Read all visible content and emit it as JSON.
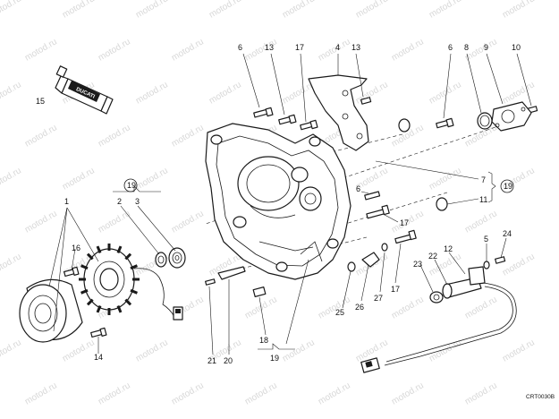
{
  "diagram": {
    "drawing_code": "CRT0030B",
    "watermark": "motod.ru",
    "tube_label": "DUCATI",
    "labels": {
      "n15": "15",
      "n1": "1",
      "n2": "2",
      "n3": "3",
      "n4": "4",
      "n5": "5",
      "n6a": "6",
      "n6b": "6",
      "n6c": "6",
      "n7": "7",
      "n8": "8",
      "n9": "9",
      "n10": "10",
      "n11": "11",
      "n12": "12",
      "n13a": "13",
      "n13b": "13",
      "n14": "14",
      "n16": "16",
      "n17a": "17",
      "n17b": "17",
      "n17c": "17",
      "n18": "18",
      "n19a": "19",
      "n19b": "19",
      "n19c": "19",
      "n20": "20",
      "n21": "21",
      "n22": "22",
      "n23": "23",
      "n24": "24",
      "n25": "25",
      "n26": "26",
      "n27": "27"
    }
  }
}
